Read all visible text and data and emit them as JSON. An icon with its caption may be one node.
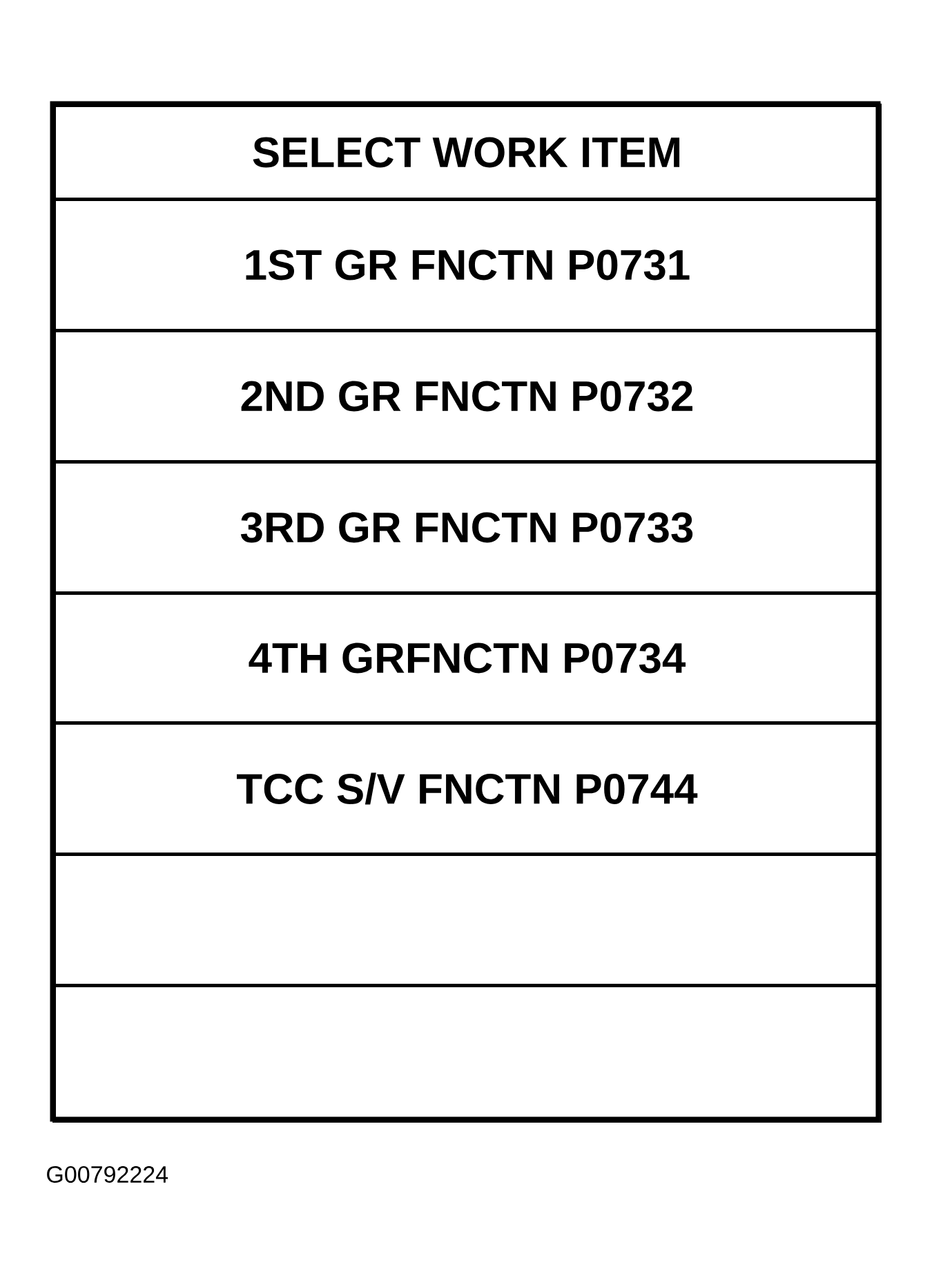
{
  "diagram": {
    "nodes": [
      {
        "text": [
          "SELECT WORK ITEM"
        ]
      },
      {
        "text": [
          "1ST GR FNCTN P0731"
        ]
      },
      {
        "text": [
          "2ND GR FNCTN P0732"
        ]
      },
      {
        "text": [
          "3RD GR FNCTN P0733"
        ]
      },
      {
        "text": [
          "4TH GRFNCTN P0734"
        ]
      },
      {
        "text": [
          "TCC S/V FNCTN P0744"
        ]
      },
      {
        "text": [],
        "shape": "box"
      },
      {
        "text": [],
        "shape": "box"
      }
    ],
    "labels": [
      "G00792224"
    ]
  }
}
